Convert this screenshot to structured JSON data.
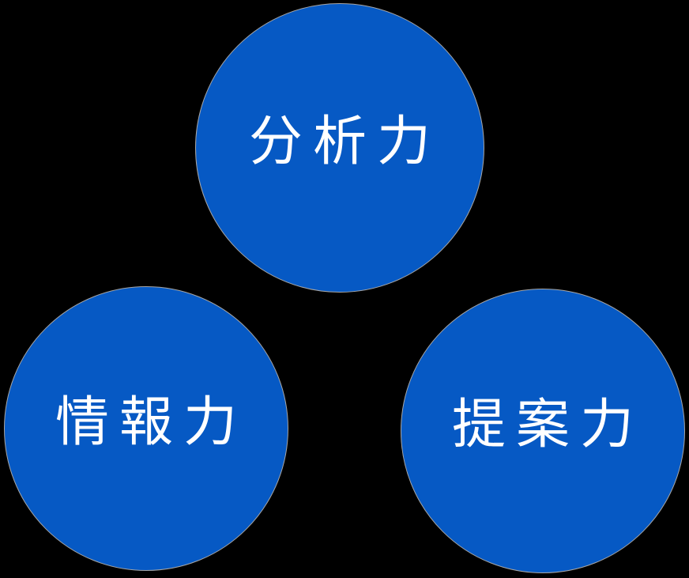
{
  "diagram": {
    "type": "three-circle-venn-style-layout",
    "background_color": "#000000",
    "circle_fill_color": "#0659C4",
    "circle_outline_color": "#A6A6A6",
    "label_text_color": "#FFFFFF",
    "circles": [
      {
        "id": "analysis",
        "position": "top",
        "label": "分析力"
      },
      {
        "id": "information",
        "position": "bottom-left",
        "label": "情報力"
      },
      {
        "id": "proposal",
        "position": "bottom-right",
        "label": "提案力"
      }
    ]
  }
}
